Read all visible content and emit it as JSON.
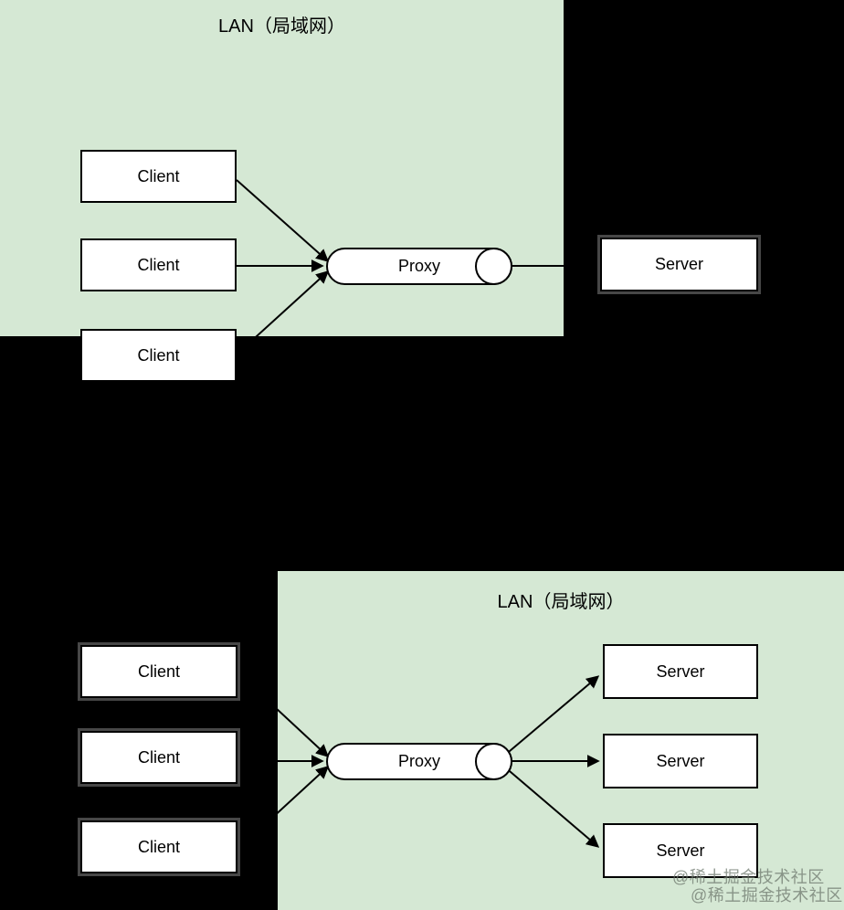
{
  "page": {
    "background": "#000000"
  },
  "colors": {
    "lan_fill": "#d5e8d4",
    "node_fill": "#ffffff",
    "node_border": "#000000",
    "arrow": "#000000",
    "watermark_gray": "#6e786e"
  },
  "top_diagram": {
    "lan_title": "LAN（局域网）",
    "clients": [
      {
        "label": "Client"
      },
      {
        "label": "Client"
      },
      {
        "label": "Client"
      }
    ],
    "proxy": {
      "label": "Proxy"
    },
    "server": {
      "label": "Server"
    }
  },
  "bottom_diagram": {
    "lan_title": "LAN（局域网）",
    "clients": [
      {
        "label": "Client"
      },
      {
        "label": "Client"
      },
      {
        "label": "Client"
      }
    ],
    "proxy": {
      "label": "Proxy"
    },
    "servers": [
      {
        "label": "Server"
      },
      {
        "label": "Server"
      },
      {
        "label": "Server"
      }
    ]
  },
  "watermark": {
    "lines": [
      "@稀土掘金技术社区",
      "@稀土掘金技术社区"
    ]
  }
}
